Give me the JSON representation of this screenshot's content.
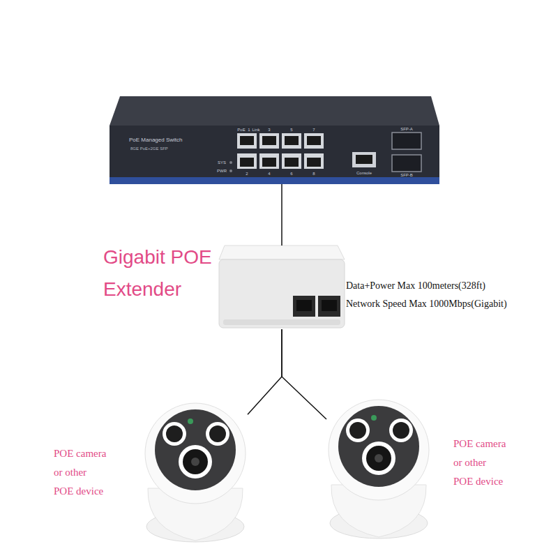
{
  "diagram": {
    "nodes": [
      {
        "text": [
          "PoE Managed Switch",
          "8GE PoE+2GE SFP"
        ]
      },
      {
        "text": [
          "Gigabit POE Extender",
          "Data+Power Max 100meters(328ft)",
          "Network Speed Max 1000Mbps(Gigabit)"
        ]
      },
      {
        "text": [
          "POE camera or other POE device"
        ]
      },
      {
        "text": [
          "POE camera or other POE device"
        ]
      }
    ],
    "edges": [
      {
        "from": 0,
        "to": 1,
        "arrow": "none"
      },
      {
        "from": 1,
        "to": 2,
        "arrow": "none"
      },
      {
        "from": 1,
        "to": 3,
        "arrow": "none"
      }
    ],
    "labels": [
      "PoE",
      "1",
      "Link",
      "3",
      "5",
      "7",
      "SYS",
      "PWR",
      "2",
      "4",
      "6",
      "8",
      "Console",
      "SFP-A",
      "SFP-B"
    ]
  }
}
